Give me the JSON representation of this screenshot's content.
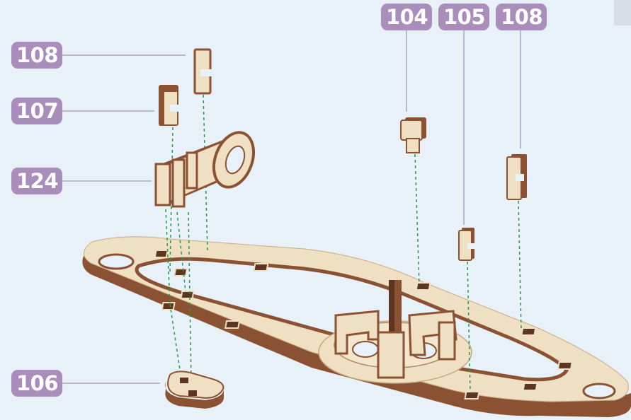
{
  "labels": {
    "l108_top": "108",
    "l107": "107",
    "l124": "124",
    "l106": "106",
    "l104": "104",
    "l105": "105",
    "l108_right": "108"
  },
  "colors": {
    "background": "#e8f1f8",
    "label_bg": "#a98dbb",
    "label_text": "#ffffff",
    "leader_line": "#a596b2",
    "guide_line": "#1f9c4a",
    "wood_face": "#efe0c4",
    "wood_edge": "#8a5232",
    "wood_dark": "#5e3520"
  }
}
